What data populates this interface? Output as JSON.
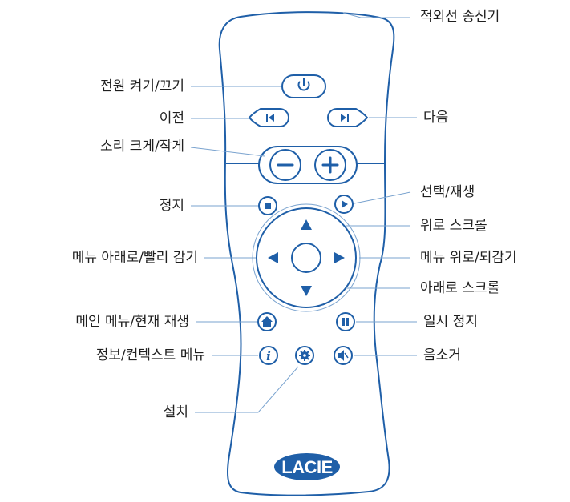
{
  "labels": {
    "ir_transmitter": "적외선 송신기",
    "power": "전원 켜기/끄기",
    "previous": "이전",
    "next": "다음",
    "volume": "소리 크게/작게",
    "stop": "정지",
    "select_play": "선택/재생",
    "scroll_up": "위로 스크롤",
    "menu_down_rewind": "메뉴 아래로/빨리 감기",
    "menu_up_forward": "메뉴 위로/되감기",
    "scroll_down": "아래로 스크롤",
    "main_menu": "메인 메뉴/현재 재생",
    "pause": "일시 정지",
    "info_menu": "정보/컨텍스트 메뉴",
    "mute": "음소거",
    "setup": "설치"
  },
  "brand": {
    "logo_text": "LACIE"
  },
  "colors": {
    "accent": "#1f5fa8",
    "leader_line": "#7aa3cf",
    "text": "#1f1f1f"
  },
  "icons": {
    "power": "power-icon",
    "previous": "skip-back-icon",
    "next": "skip-forward-icon",
    "volume_down": "minus-icon",
    "volume_up": "plus-icon",
    "stop": "stop-icon",
    "play": "play-icon",
    "up": "arrow-up-icon",
    "down": "arrow-down-icon",
    "left": "arrow-left-icon",
    "right": "arrow-right-icon",
    "home": "home-icon",
    "pause": "pause-icon",
    "info": "info-icon",
    "settings": "gear-icon",
    "mute": "mute-icon"
  }
}
